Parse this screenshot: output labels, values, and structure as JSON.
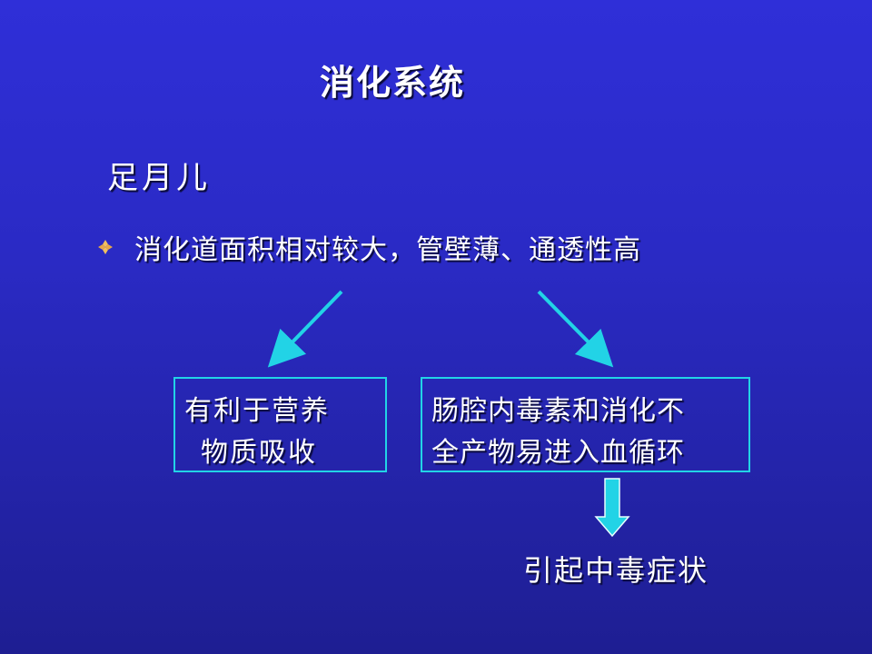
{
  "slide": {
    "title": "消化系统",
    "subtitle": "足月儿",
    "bullet": {
      "icon": "diamond-bullet-icon",
      "text": "消化道面积相对较大，管壁薄、通透性高"
    },
    "box_left": {
      "line1": "有利于营养",
      "line2": "物质吸收"
    },
    "box_right": {
      "line1": "肠腔内毒素和消化不",
      "line2": "全产物易进入血循环"
    },
    "conclusion": "引起中毒症状"
  },
  "colors": {
    "background_top": "#2f2fd8",
    "background_bottom": "#1e1e92",
    "accent": "#22d3e6",
    "text": "#ffffff",
    "bullet": "#f0c060"
  }
}
